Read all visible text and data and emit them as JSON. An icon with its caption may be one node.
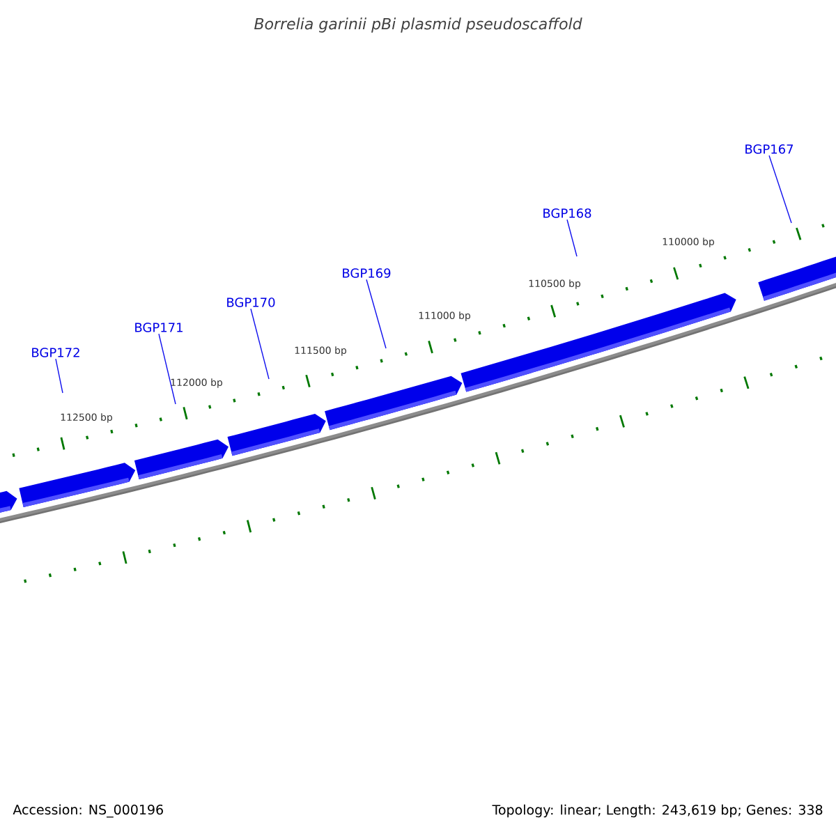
{
  "diagram": {
    "title": "Borrelia garinii pBi plasmid pseudoscaffold",
    "nodes": [
      {
        "text": [
          "BGP172"
        ]
      },
      {
        "text": [
          "BGP171"
        ]
      },
      {
        "text": [
          "BGP170"
        ]
      },
      {
        "text": [
          "BGP169"
        ]
      },
      {
        "text": [
          "BGP168"
        ]
      },
      {
        "text": [
          "BGP167"
        ]
      }
    ],
    "edges": [
      {
        "from": 0,
        "to": null,
        "arrow": "none"
      },
      {
        "from": 1,
        "to": null,
        "arrow": "none"
      },
      {
        "from": 2,
        "to": null,
        "arrow": "none"
      },
      {
        "from": 3,
        "to": null,
        "arrow": "none"
      },
      {
        "from": 4,
        "to": null,
        "arrow": "none"
      },
      {
        "from": 5,
        "to": null,
        "arrow": "none"
      }
    ],
    "labels": [
      "110000 bp",
      "110500 bp",
      "111000 bp",
      "111500 bp",
      "112000 bp",
      "112500 bp",
      "Accession: NS_000196",
      "Topology: linear; Length: 243,619 bp; Genes: 338"
    ]
  }
}
